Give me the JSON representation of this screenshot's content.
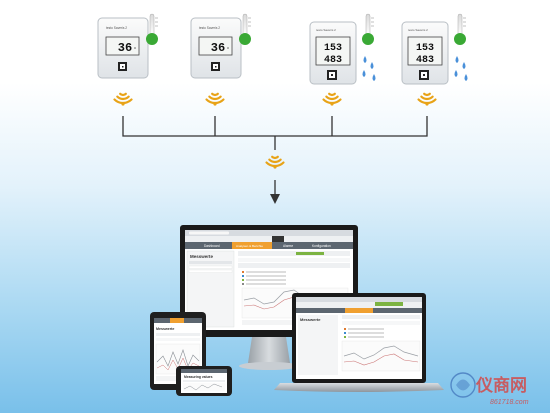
{
  "devices": [
    {
      "id": "d1",
      "type": "single-temp",
      "name": "testo Saveris 2",
      "reading_top": "36",
      "reading_bottom": "",
      "sensor_icon": "thermometer-icon",
      "extra_icon": ""
    },
    {
      "id": "d2",
      "type": "single-temp",
      "name": "testo Saveris 2",
      "reading_top": "36",
      "reading_bottom": "",
      "sensor_icon": "thermometer-icon",
      "extra_icon": ""
    },
    {
      "id": "d3",
      "type": "temp-humidity",
      "name": "testo Saveris 2",
      "reading_top": "153",
      "reading_bottom": "483",
      "sensor_icon": "thermometer-icon",
      "extra_icon": "water-drops-icon"
    },
    {
      "id": "d4",
      "type": "temp-humidity",
      "name": "testo Saveris 2",
      "reading_top": "153",
      "reading_bottom": "483",
      "sensor_icon": "thermometer-icon",
      "extra_icon": "water-drops-icon"
    }
  ],
  "signal_icon": "wifi-signal-icon",
  "cloud_app": {
    "tabs": [
      "Dashboard",
      "Analysen & Berichte",
      "Alarme",
      "Konfiguration"
    ],
    "panel_title": "Messwerte",
    "mobile_title": "Messwerte",
    "phone_title": "Measuring values"
  },
  "colors": {
    "signal_orange": "#e8a317",
    "thermo_green": "#3aa935",
    "drop_blue": "#4a90d9",
    "connector": "#333333",
    "app_orange": "#f0a030",
    "app_green": "#7cb342"
  },
  "watermark": {
    "title": "仪商网",
    "url": "861718.com"
  }
}
